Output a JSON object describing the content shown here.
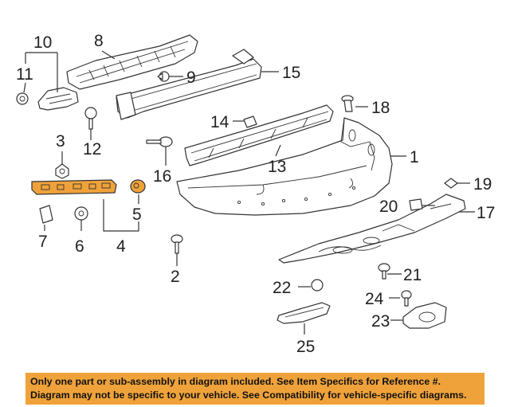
{
  "callouts": {
    "c1": "1",
    "c2": "2",
    "c3": "3",
    "c4": "4",
    "c5": "5",
    "c6": "6",
    "c7": "7",
    "c8": "8",
    "c9": "9",
    "c10": "10",
    "c11": "11",
    "c12": "12",
    "c13": "13",
    "c14": "14",
    "c15": "15",
    "c16": "16",
    "c17": "17",
    "c18": "18",
    "c19": "19",
    "c20": "20",
    "c21": "21",
    "c22": "22",
    "c23": "23",
    "c24": "24",
    "c25": "25"
  },
  "notice": {
    "line1": "Only one part or sub-assembly in diagram included. See Item Specifics for Reference #.",
    "line2": "Diagram may not be specific to your vehicle. See Compatibility for vehicle-specific diagrams."
  },
  "colors": {
    "highlight": "#f0a23a",
    "line": "#333333"
  }
}
